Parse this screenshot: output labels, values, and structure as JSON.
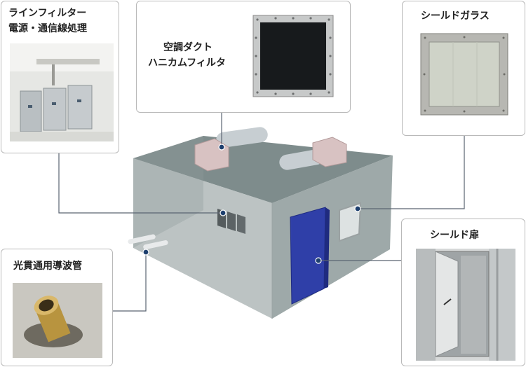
{
  "callouts": {
    "line_filter": {
      "line1": "ラインフィルター",
      "line2": "電源・通信線処理"
    },
    "duct_filter": {
      "line1": "空調ダクト",
      "line2": "ハニカムフィルタ"
    },
    "shield_glass": {
      "title": "シールドガラス"
    },
    "waveguide": {
      "title": "光貫通用導波管"
    },
    "shield_door": {
      "title": "シールド扉"
    }
  },
  "colors": {
    "room_front": "#b7bcbd",
    "room_side": "#8f9a9a",
    "room_top": "#6f7b7b",
    "door": "#2f3fa8",
    "duct": "#c9cfd3",
    "duct_box": "#d8c3c3",
    "leader": "#5a6472",
    "dot": "#1d3f6e"
  }
}
